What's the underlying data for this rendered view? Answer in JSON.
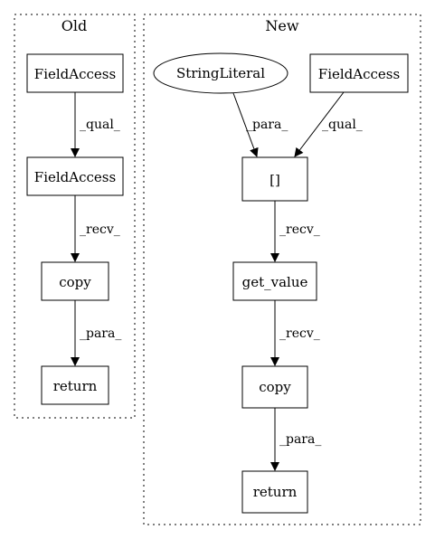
{
  "clusters": {
    "old": {
      "label": "Old"
    },
    "new": {
      "label": "New"
    }
  },
  "nodes": {
    "old_fieldaccess_top": {
      "label": "FieldAccess",
      "shape": "box"
    },
    "old_fieldaccess_mid": {
      "label": "FieldAccess",
      "shape": "box"
    },
    "old_copy": {
      "label": "copy",
      "shape": "box"
    },
    "old_return": {
      "label": "return",
      "shape": "box"
    },
    "new_stringliteral": {
      "label": "StringLiteral",
      "shape": "ellipse"
    },
    "new_fieldaccess": {
      "label": "FieldAccess",
      "shape": "box"
    },
    "new_index": {
      "label": "[]",
      "shape": "box"
    },
    "new_get_value": {
      "label": "get_value",
      "shape": "box"
    },
    "new_copy": {
      "label": "copy",
      "shape": "box"
    },
    "new_return": {
      "label": "return",
      "shape": "box"
    }
  },
  "edges": {
    "old_qual": {
      "from": "old_fieldaccess_top",
      "to": "old_fieldaccess_mid",
      "label": "_qual_"
    },
    "old_recv": {
      "from": "old_fieldaccess_mid",
      "to": "old_copy",
      "label": "_recv_"
    },
    "old_para": {
      "from": "old_copy",
      "to": "old_return",
      "label": "_para_"
    },
    "new_para_string": {
      "from": "new_stringliteral",
      "to": "new_index",
      "label": "_para_"
    },
    "new_qual": {
      "from": "new_fieldaccess",
      "to": "new_index",
      "label": "_qual_"
    },
    "new_recv_index": {
      "from": "new_index",
      "to": "new_get_value",
      "label": "_recv_"
    },
    "new_recv_get": {
      "from": "new_get_value",
      "to": "new_copy",
      "label": "_recv_"
    },
    "new_para_copy": {
      "from": "new_copy",
      "to": "new_return",
      "label": "_para_"
    }
  },
  "colors": {
    "stroke": "#000000",
    "background": "#ffffff"
  }
}
